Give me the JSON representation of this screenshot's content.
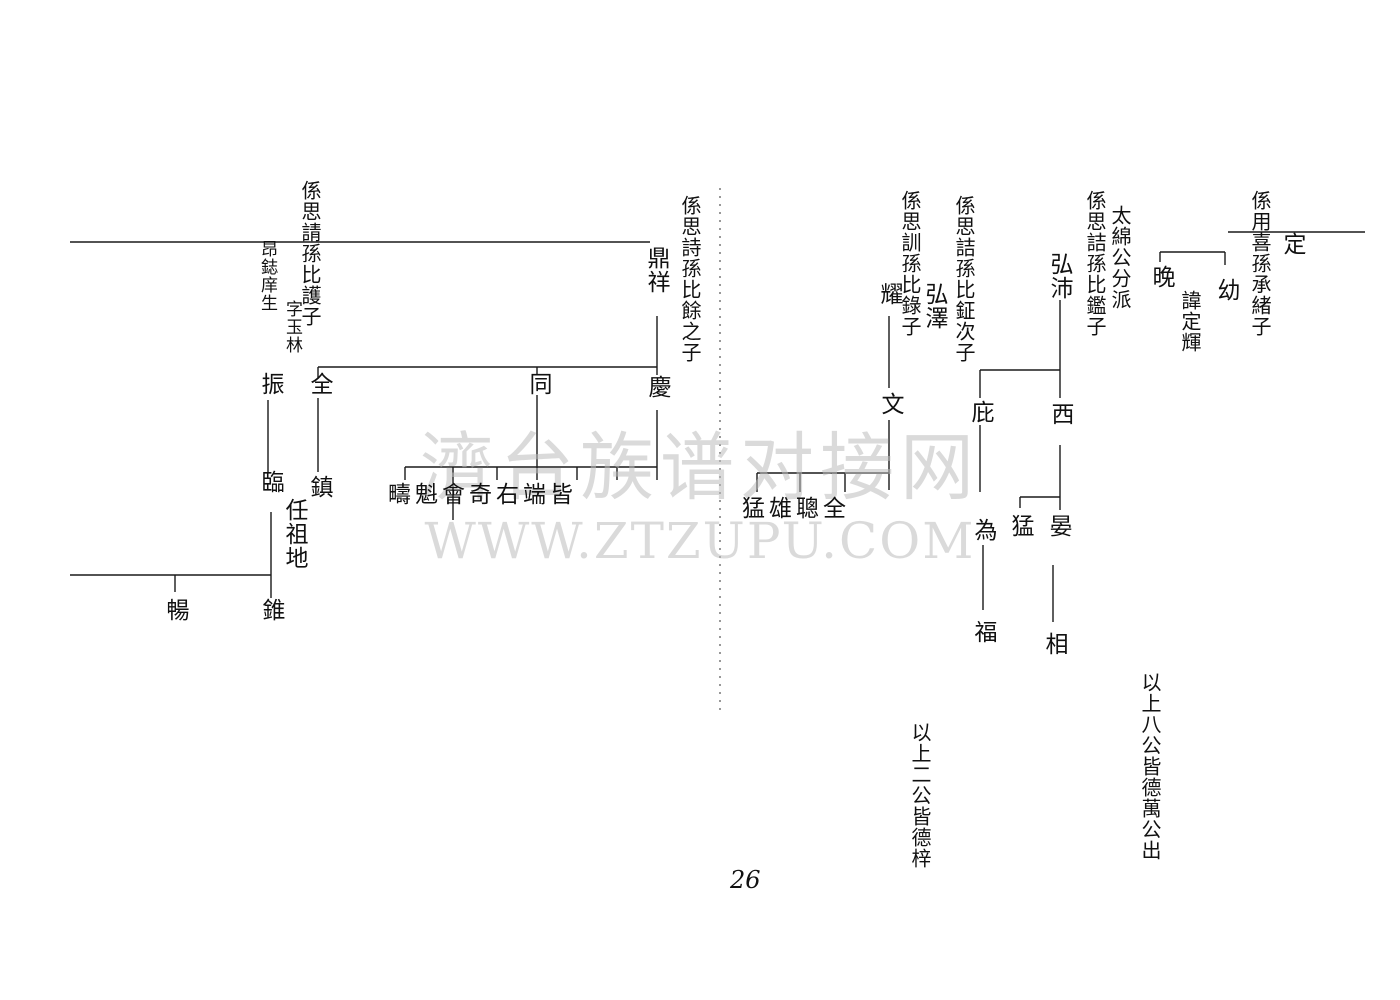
{
  "watermark": {
    "text": "濟台族谱对接网",
    "url": "WWW.ZTZUPU.COM"
  },
  "page_number": "26",
  "left_page": {
    "note_zhen": "係思請孫比護子",
    "note_ding": "係思詩孫比餘之子",
    "ding": "鼎祥",
    "zi_line": "字玉林",
    "min_line": "昂鋕庠生",
    "zhen": "振",
    "quan": "全",
    "tong": "同",
    "qing": "慶",
    "lin": "臨",
    "zhen2": "鎮",
    "ren_line": "任祖地",
    "xi": "錐",
    "chang": "暢",
    "gen_row": [
      "皆",
      "端",
      "右",
      "奇",
      "會",
      "魁",
      "疇"
    ]
  },
  "right_page": {
    "note_ding": "係用喜孫承緒子",
    "ding": "定",
    "you": "幼",
    "wan": "晚",
    "hui_line": "諱定輝",
    "note_taimian": "太綿公分派",
    "note_jian": "係思詰孫比鑑子",
    "hong_pei": "弘沛",
    "note_ci": "係思詰孫比鉦次子",
    "hong_ze": "弘澤",
    "note_yao": "係思訓孫比錄子",
    "yao": "耀",
    "wen": "文",
    "xi": "西",
    "pang": "庇",
    "wei": "為",
    "meng2": "猛",
    "yan": "晏",
    "fu": "福",
    "xiang": "相",
    "wen_children": [
      "全",
      "聰",
      "雄",
      "猛"
    ],
    "note_de_wan": "以上八公皆德萬公出",
    "note_de_yan": "以上二公皆德梓"
  }
}
